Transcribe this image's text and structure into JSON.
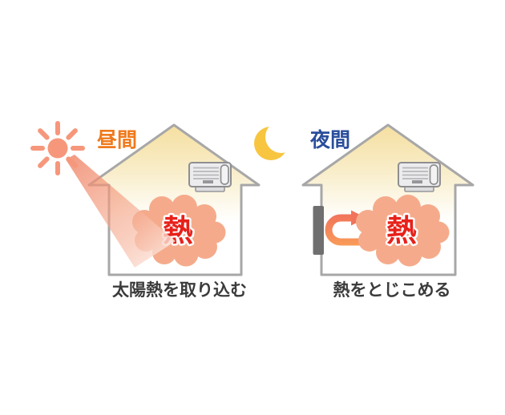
{
  "diagram": {
    "type": "illustration",
    "topic": "house heat retention day vs night",
    "panels": {
      "day": {
        "time_label": "昼間",
        "icon": "sun-icon",
        "heat_label": "熱",
        "caption": "太陽熱を取り込む"
      },
      "night": {
        "time_label": "夜間",
        "icon": "moon-icon",
        "heat_label": "熱",
        "caption": "熱をとじこめる"
      }
    },
    "colors": {
      "background": "#FFFFFF",
      "day_label": "#EF7A1C",
      "night_label": "#2A4E9C",
      "sun": "#F6977B",
      "sunbeam_start": "#EF8265",
      "sunbeam_end": "#FBE0D6",
      "moon": "#F7C53F",
      "heat_cloud": "#F5AB8B",
      "heat_text": "#E7211A",
      "heat_text_outline": "#FFFFFF",
      "house_outline": "#A7A7A8",
      "roof_glow": "#F5DFA0",
      "insulation_bar": "#6F6F70",
      "arrow_head": "#F1745A",
      "arrow_tail": "#F89B59",
      "ac_body": "#ECECEE",
      "ac_outline": "#8E8E90",
      "caption_text": "#3B3B3B"
    }
  }
}
